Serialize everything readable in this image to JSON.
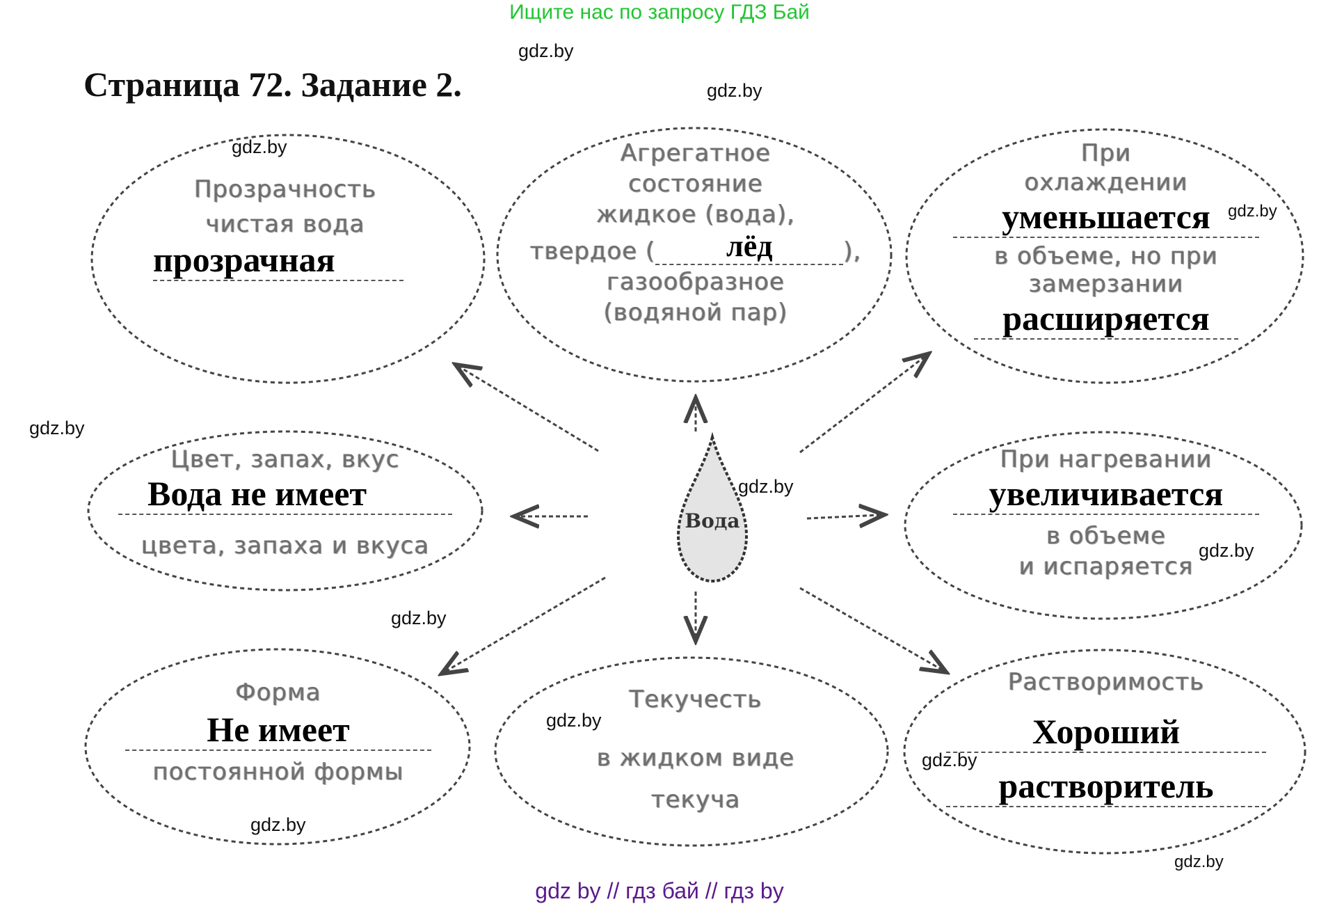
{
  "banner": "Ищите нас по запросу ГДЗ Бай",
  "title": "Страница 72. Задание 2.",
  "watermark": "gdz.by",
  "footer": "gdz by  //  гдз бай  //  гдз by",
  "center": {
    "label": "Вода"
  },
  "nodes": {
    "transparency": {
      "heading": "Прозрачность",
      "printed": "чистая вода",
      "answer": "прозрачная"
    },
    "aggregate_state": {
      "line1": "Агрегатное",
      "line2": "состояние",
      "line3": "жидкое (вода),",
      "line4_prefix": "твердое (",
      "answer": "лёд",
      "line4_suffix": "),",
      "line5": "газообразное",
      "line6": "(водяной пар)"
    },
    "cooling": {
      "line1": "При",
      "line2": "охлаждении",
      "answer1": "уменьшается",
      "line3": "в объеме, но при",
      "line4": "замерзании",
      "answer2": "расширяется"
    },
    "color_smell_taste": {
      "heading": "Цвет, запах, вкус",
      "answer": "Вода не имеет",
      "printed": "цвета, запаха и вкуса"
    },
    "heating": {
      "heading": "При нагревании",
      "answer": "увеличивается",
      "line2": "в объеме",
      "line3": "и испаряется"
    },
    "shape": {
      "heading": "Форма",
      "answer": "Не имеет",
      "printed": "постоянной формы"
    },
    "fluidity": {
      "heading": "Текучесть",
      "line2": "в жидком виде",
      "line3": "текуча"
    },
    "solubility": {
      "heading": "Растворимость",
      "answer1": "Хороший",
      "answer2": "растворитель"
    }
  },
  "colors": {
    "banner": "#22c532",
    "footer": "#5a1a8c",
    "answer_text": "#000000",
    "printed_text": "#555555"
  }
}
